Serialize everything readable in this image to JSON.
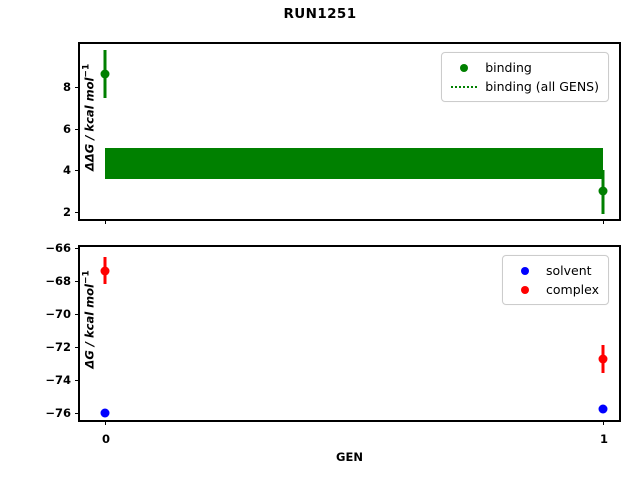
{
  "title": "RUN1251",
  "xlabel": "GEN",
  "panels": {
    "top": {
      "ylabel_main": "ΔΔG / kcal mol",
      "ylabel_exp": "−1",
      "yticks": [
        "8",
        "6",
        "4",
        "2"
      ],
      "legend": [
        {
          "label": "binding",
          "key": "marker",
          "color": "#008000"
        },
        {
          "label": "binding (all GENS)",
          "key": "dotted-line",
          "color": "#008000"
        }
      ]
    },
    "bottom": {
      "ylabel_main": "ΔG / kcal mol",
      "ylabel_exp": "−1",
      "yticks": [
        "−66",
        "−68",
        "−70",
        "−72",
        "−74",
        "−76"
      ],
      "legend": [
        {
          "label": "solvent",
          "key": "marker",
          "color": "#0000ff"
        },
        {
          "label": "complex",
          "key": "marker",
          "color": "#ff0000"
        }
      ]
    }
  },
  "xticks": [
    "0",
    "1"
  ],
  "chart_data": [
    {
      "type": "scatter",
      "panel": "top",
      "title": "RUN1251",
      "xlabel": "",
      "ylabel": "ΔΔG / kcal mol⁻¹",
      "xlim": [
        -0.05,
        1.05
      ],
      "ylim": [
        1.4,
        9.45
      ],
      "xticks": [
        0,
        1
      ],
      "xticklabels": [
        "0",
        "1"
      ],
      "yticks": [
        2,
        4,
        6,
        8
      ],
      "grid": false,
      "legend_position": "upper right",
      "series": [
        {
          "name": "binding",
          "color": "#008000",
          "marker": "o",
          "x": [
            0,
            1
          ],
          "y": [
            8.6,
            3.0
          ],
          "yerr": [
            0.85,
            0.45
          ]
        },
        {
          "name": "binding (all GENS)",
          "color": "#008000",
          "style": "dotted-band",
          "description": "horizontal band spanning all GENS",
          "band_low": 3.5,
          "band_high": 5.0,
          "x_span": [
            0,
            1
          ]
        }
      ]
    },
    {
      "type": "scatter",
      "panel": "bottom",
      "xlabel": "GEN",
      "ylabel": "ΔG / kcal mol⁻¹",
      "xlim": [
        -0.05,
        1.05
      ],
      "ylim": [
        -76.45,
        -65.8
      ],
      "xticks": [
        0,
        1
      ],
      "xticklabels": [
        "0",
        "1"
      ],
      "yticks": [
        -66,
        -68,
        -70,
        -72,
        -74,
        -76
      ],
      "grid": false,
      "legend_position": "upper right",
      "series": [
        {
          "name": "solvent",
          "color": "#0000ff",
          "marker": "o",
          "x": [
            0,
            1
          ],
          "y": [
            -76.0,
            -75.8
          ],
          "yerr": [
            0.05,
            0.05
          ]
        },
        {
          "name": "complex",
          "color": "#ff0000",
          "marker": "o",
          "x": [
            0,
            1
          ],
          "y": [
            -67.4,
            -72.7
          ],
          "yerr": [
            0.8,
            0.85
          ]
        }
      ]
    }
  ]
}
